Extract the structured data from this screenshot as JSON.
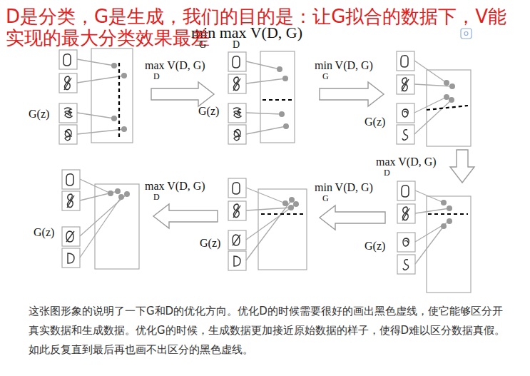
{
  "diagram": {
    "title": "min max V(D, G)",
    "labels": [
      "D是分类，G是生成，我们的目的是：让G拟合的数据下，V能实现的最大分类效果最差",
      "G",
      "D",
      "max V(D, G)",
      "D",
      "min V(D, G)",
      "G",
      "max V(D, G)",
      "D",
      "min V(D, G)",
      "G",
      "max V(D, G)",
      "D",
      "G(z)",
      "G(z)",
      "G(z)",
      "G(z)",
      "G(z)",
      "G(z)",
      "这张图形象的说明了一下G和D的优化方向。优化D的时候需要很好的画出黑色虚线，使它能够区分开真实数据和生成数据。优化G的时候，生成数据更加接近原始数据的样子，使得D难以区分数据真假。如此反复直到最后再也画不出区分的黑色虚线。"
    ]
  }
}
